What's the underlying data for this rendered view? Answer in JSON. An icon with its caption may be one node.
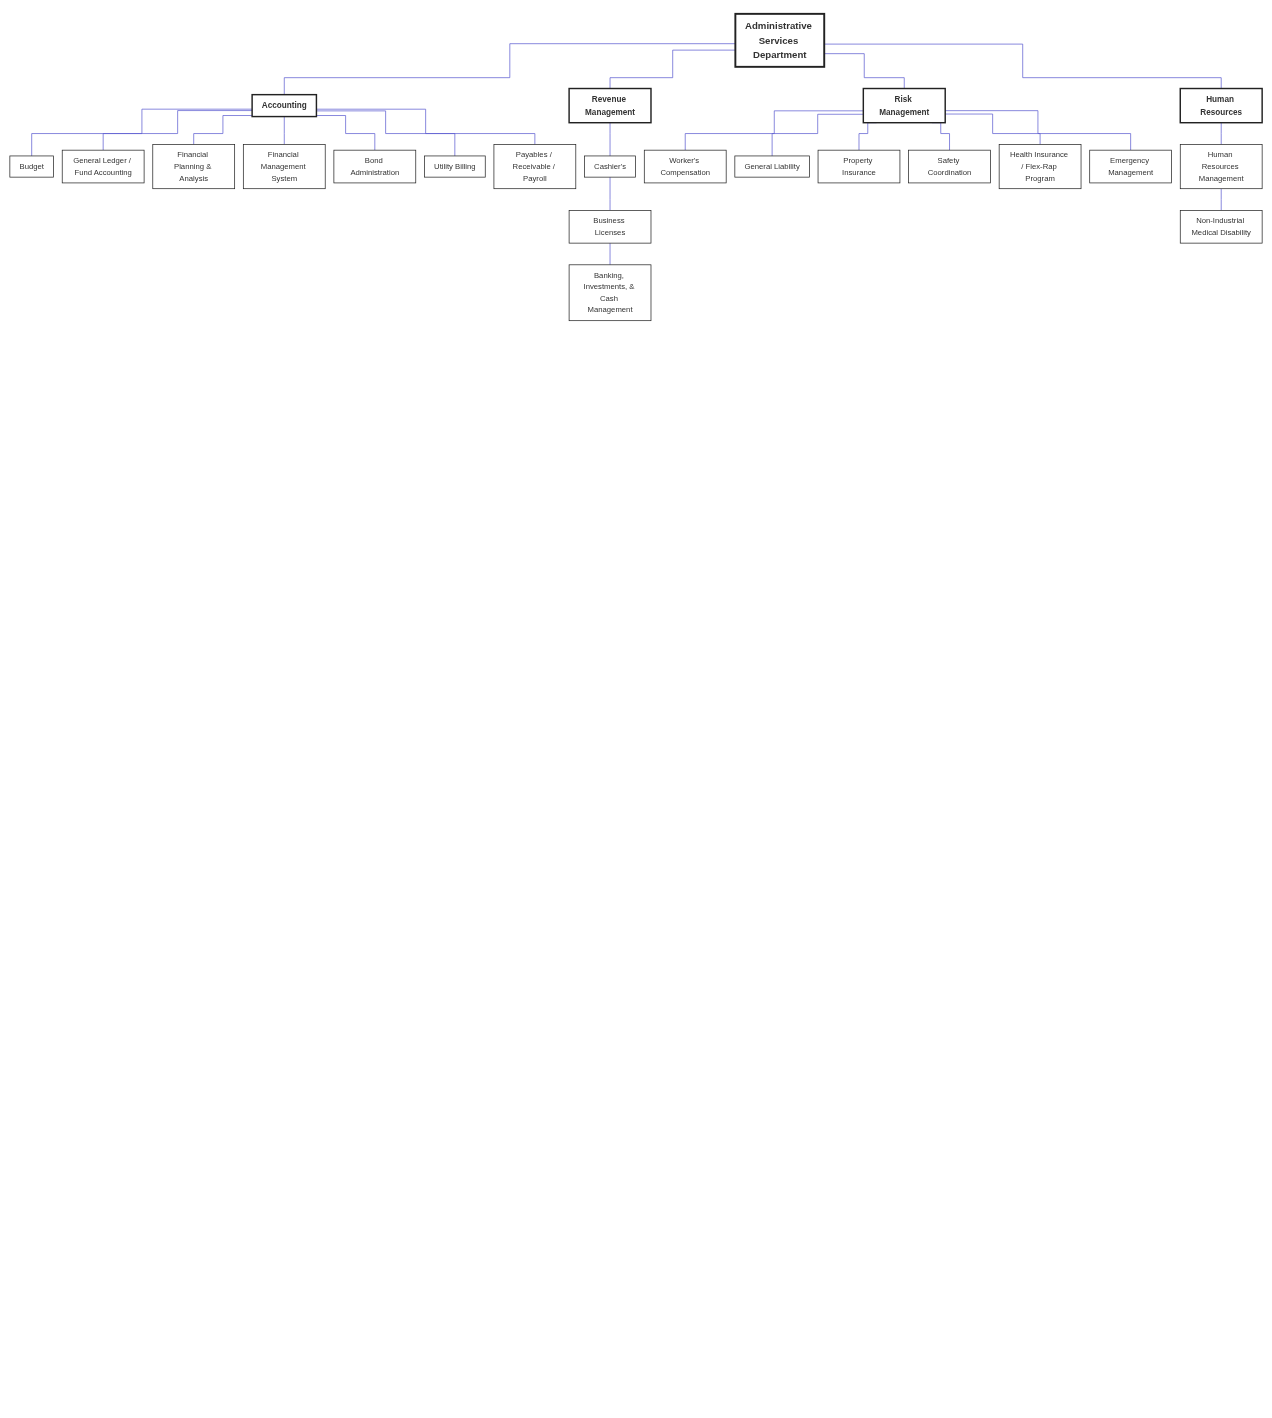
{
  "diagram": {
    "nodes": [
      {
        "text": [
          "Administrative Services Department"
        ]
      },
      {
        "text": [
          "Accounting"
        ]
      },
      {
        "text": [
          "Revenue Management"
        ]
      },
      {
        "text": [
          "Risk Management"
        ]
      },
      {
        "text": [
          "Human Resources"
        ]
      },
      {
        "text": [
          "Budget"
        ]
      },
      {
        "text": [
          "General Ledger / Fund Accounting"
        ]
      },
      {
        "text": [
          "Financial Planning & Analysis"
        ]
      },
      {
        "text": [
          "Financial Management System"
        ]
      },
      {
        "text": [
          "Bond Administration"
        ]
      },
      {
        "text": [
          "Utility Billing"
        ]
      },
      {
        "text": [
          "Payables / Receivable / Payroll"
        ]
      },
      {
        "text": [
          "Cashier's"
        ]
      },
      {
        "text": [
          "Business Licenses"
        ]
      },
      {
        "text": [
          "Banking, Investments, & Cash Management"
        ]
      },
      {
        "text": [
          "Worker's Compensation"
        ]
      },
      {
        "text": [
          "General Liability"
        ]
      },
      {
        "text": [
          "Property Insurance"
        ]
      },
      {
        "text": [
          "Safety Coordination"
        ]
      },
      {
        "text": [
          "Health Insurance / Flex-Rap Program"
        ]
      },
      {
        "text": [
          "Emergency Management"
        ]
      },
      {
        "text": [
          "Human Resources Management"
        ]
      },
      {
        "text": [
          "Non-Industrial Medical Disability"
        ]
      }
    ],
    "edges": [
      {
        "from": 0,
        "to": 1,
        "arrow": "none"
      },
      {
        "from": 0,
        "to": 2,
        "arrow": "none"
      },
      {
        "from": 0,
        "to": 3,
        "arrow": "none"
      },
      {
        "from": 0,
        "to": 4,
        "arrow": "none"
      },
      {
        "from": 1,
        "to": 5,
        "arrow": "none"
      },
      {
        "from": 1,
        "to": 6,
        "arrow": "none"
      },
      {
        "from": 1,
        "to": 7,
        "arrow": "none"
      },
      {
        "from": 1,
        "to": 8,
        "arrow": "none"
      },
      {
        "from": 1,
        "to": 9,
        "arrow": "none"
      },
      {
        "from": 1,
        "to": 10,
        "arrow": "none"
      },
      {
        "from": 1,
        "to": 11,
        "arrow": "none"
      },
      {
        "from": 2,
        "to": 12,
        "arrow": "none"
      },
      {
        "from": 12,
        "to": 13,
        "arrow": "none"
      },
      {
        "from": 13,
        "to": 14,
        "arrow": "none"
      },
      {
        "from": 3,
        "to": 15,
        "arrow": "none"
      },
      {
        "from": 3,
        "to": 16,
        "arrow": "none"
      },
      {
        "from": 3,
        "to": 17,
        "arrow": "none"
      },
      {
        "from": 3,
        "to": 18,
        "arrow": "none"
      },
      {
        "from": 3,
        "to": 19,
        "arrow": "none"
      },
      {
        "from": 3,
        "to": 20,
        "arrow": "none"
      },
      {
        "from": 4,
        "to": 21,
        "arrow": "none"
      },
      {
        "from": 21,
        "to": 22,
        "arrow": "none"
      }
    ]
  }
}
